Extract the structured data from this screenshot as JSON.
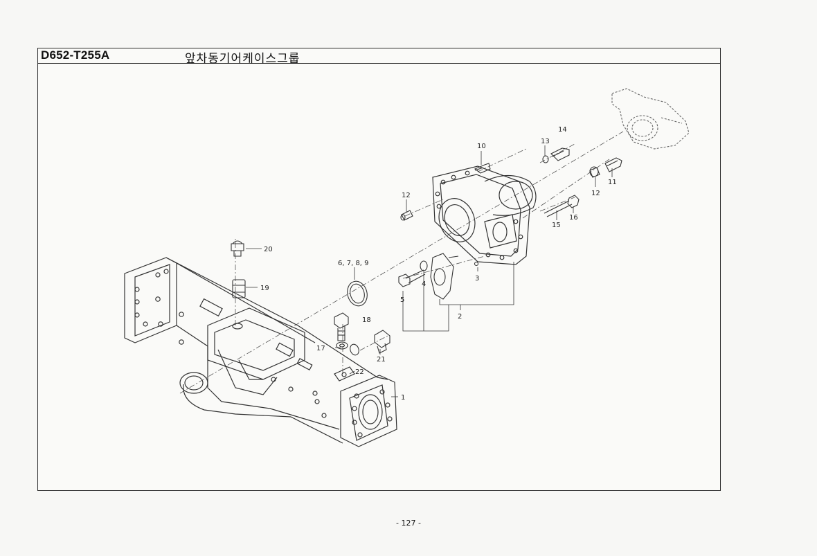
{
  "header": {
    "code": "D652-T255A",
    "title": "앞차동기어케이스그룹"
  },
  "callouts": {
    "c1": "1",
    "c2": "2",
    "c3": "3",
    "c4": "4",
    "c5": "5",
    "c6789": "6, 7, 8, 9",
    "c10": "10",
    "c11": "11",
    "c12a": "12",
    "c12b": "12",
    "c13": "13",
    "c14": "14",
    "c15": "15",
    "c16": "16",
    "c17": "17",
    "c18": "18",
    "c19": "19",
    "c20": "20",
    "c21": "21",
    "c22": "22"
  },
  "footer": {
    "page_number": "- 127 -"
  }
}
